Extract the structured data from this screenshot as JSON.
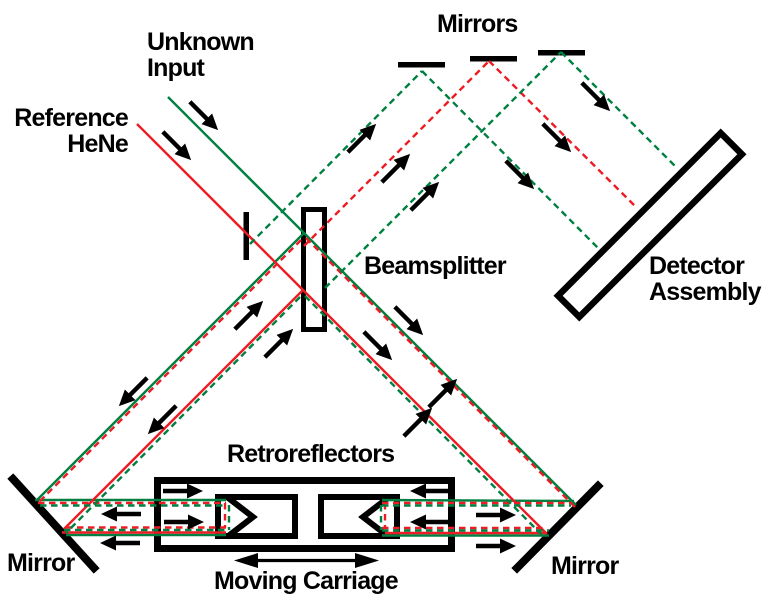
{
  "labels": {
    "unknown_input": "Unknown\nInput",
    "reference_hene": "Reference\nHeNe",
    "mirrors": "Mirrors",
    "beamsplitter": "Beamsplitter",
    "detector_assembly": "Detector\nAssembly",
    "retroreflectors": "Retroreflectors",
    "moving_carriage": "Moving Carriage",
    "mirror_left": "Mirror",
    "mirror_right": "Mirror"
  },
  "colors": {
    "background": "#ffffff",
    "ink": "#000000",
    "beam_green": "#008040",
    "beam_red": "#ed1c24"
  },
  "beam_styles": {
    "unknown_input_beam": {
      "color_hex": "#008040",
      "outbound": "solid",
      "return": "dashed"
    },
    "reference_hene_beam": {
      "color_hex": "#ed1c24",
      "outbound": "solid",
      "return": "dashed"
    }
  },
  "components": [
    "Unknown Input beam",
    "Reference HeNe beam",
    "Mirrors (three top fold mirrors)",
    "Beamsplitter",
    "Unlabeled small plate",
    "Detector Assembly",
    "Retroreflectors (two, on moving carriage)",
    "Moving Carriage",
    "Mirror (bottom left)",
    "Mirror (bottom right)"
  ]
}
